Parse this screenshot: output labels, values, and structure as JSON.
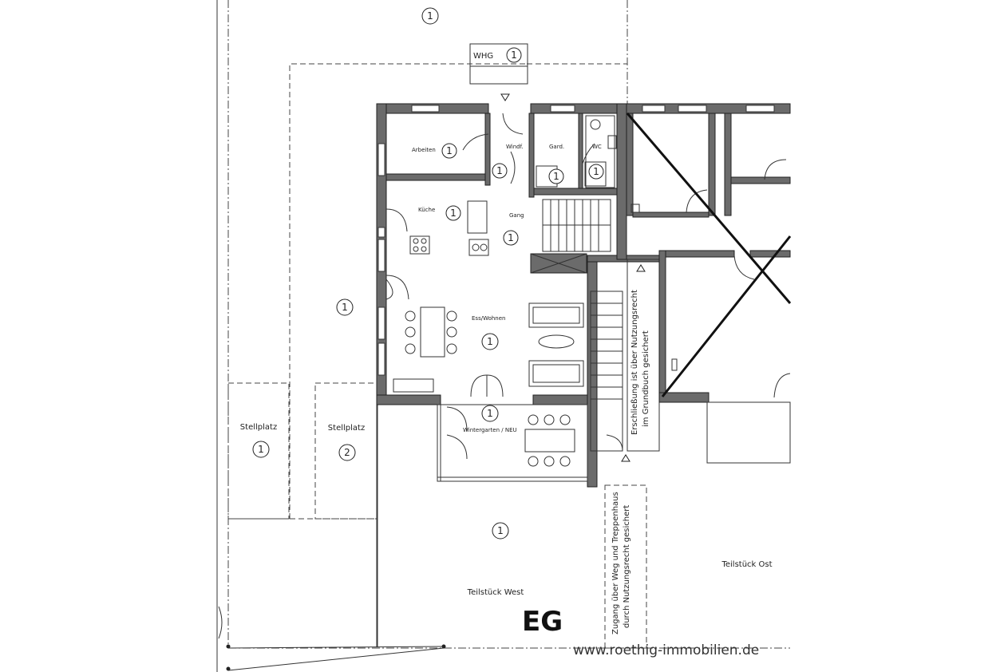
{
  "plan": {
    "floor_label": "EG",
    "watermark": "www.roethig-immobilien.de",
    "whg": {
      "label": "WHG",
      "number": "1"
    },
    "rooms": {
      "arbeiten": {
        "label": "Arbeiten",
        "number": "1"
      },
      "windf": {
        "label": "Windf.",
        "number": "1"
      },
      "gard": {
        "label": "Gard.",
        "number": "1"
      },
      "wc": {
        "label": "WC",
        "number": "1"
      },
      "kueche": {
        "label": "Küche",
        "number": "1"
      },
      "gang": {
        "label": "Gang",
        "number": "1"
      },
      "ess_wohnen": {
        "label": "Ess/Wohnen",
        "number": "1"
      },
      "wintergarten": {
        "label": "Wintergarten / NEU",
        "number": "1"
      }
    },
    "garden_numbers": {
      "top": "1",
      "left": "1",
      "lower": "1"
    },
    "stellplatz_1": {
      "label": "Stellplatz",
      "number": "1"
    },
    "stellplatz_2": {
      "label": "Stellplatz",
      "number": "2"
    },
    "teilstueck_west": "Teilstück West",
    "teilstueck_ost": "Teilstück Ost",
    "easement_note": {
      "line1": "Erschließung ist über Nutzungsrecht",
      "line2": "im Grundbuch gesichert"
    },
    "access_note": {
      "line1": "Zugang über Weg und Treppenhaus",
      "line2": "durch Nutzungsrecht gesichert"
    }
  }
}
